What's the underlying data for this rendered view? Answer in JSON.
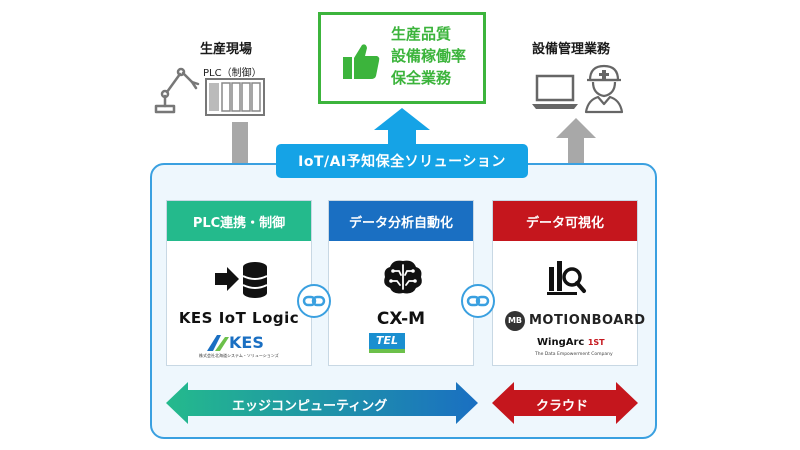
{
  "labels": {
    "production_site": "生産現場",
    "plc_control": "PLC（制御）",
    "equipment_management": "設備管理業務"
  },
  "results": {
    "lines": [
      "生産品質",
      "設備稼働率",
      "保全業務"
    ],
    "icon": "thumbs-up-icon"
  },
  "platform": {
    "title": "IoT/AI予知保全ソリューション"
  },
  "columns": [
    {
      "header": "PLC連携・制御",
      "product": "KES IoT Logic",
      "logo_text": "KES",
      "logo_subtext": "株式会社北海道システム・ソリューションズ",
      "icon": "data-import-database-icon",
      "color": "#24ba8c"
    },
    {
      "header": "データ分析自動化",
      "product": "CX-M",
      "logo_text": "TEL",
      "icon": "brain-circuit-icon",
      "color": "#1a6fc2"
    },
    {
      "header": "データ可視化",
      "product": "MOTIONBOARD",
      "logo_text": "WingArc",
      "logo_suffix": "1ST",
      "logo_subtext": "The Data Empowerment Company",
      "icon": "chart-magnifier-icon",
      "color": "#c5161d"
    }
  ],
  "bottom": {
    "edge": "エッジコンピューティング",
    "cloud": "クラウド"
  },
  "colors": {
    "green": "#3cb43c",
    "blue": "#15a3e6",
    "dark_blue": "#1a6fc2",
    "red": "#c5161d",
    "teal": "#24ba8c",
    "gray_arrow": "#a8a8a8"
  }
}
